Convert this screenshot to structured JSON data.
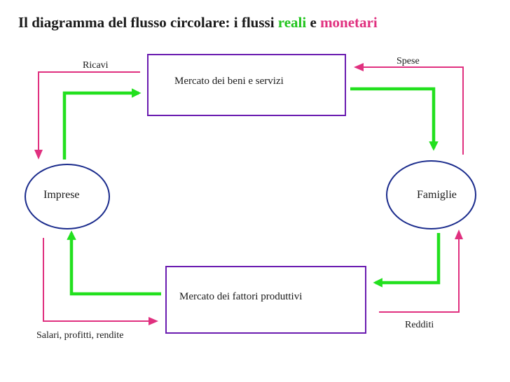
{
  "title": {
    "prefix": "Il diagramma del flusso circolare: i flussi ",
    "real_word": "reali",
    "connector": " e ",
    "money_word": "monetari"
  },
  "boxes": {
    "goods_market": "Mercato dei beni e servizi",
    "factor_market": "Mercato dei fattori produttivi"
  },
  "actors": {
    "firms": "Imprese",
    "households": "Famiglie"
  },
  "money_flows": {
    "revenues": "Ricavi",
    "spending": "Spese",
    "income": "Redditi",
    "wages": "Salari, profitti, rendite"
  },
  "colors": {
    "real_flow": "#22e01e",
    "money_flow": "#e0307f",
    "box_border": "#6a1bb0",
    "ellipse_border": "#1a2b8c"
  }
}
